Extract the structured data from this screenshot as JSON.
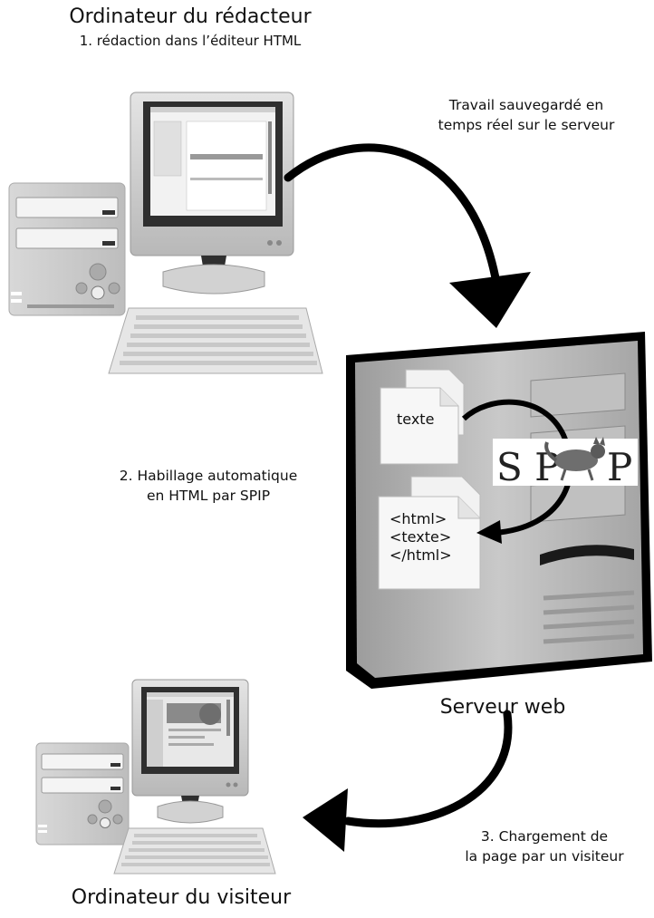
{
  "labels": {
    "title_top": "Ordinateur du rédacteur",
    "subtitle_top": "1. rédaction dans l’éditeur HTML",
    "step1_line1": "Travail sauvegardé en",
    "step1_line2": "temps réel sur le serveur",
    "step2_line1": "2. Habillage automatique",
    "step2_line2": "en HTML par SPIP",
    "server_label": "Serveur web",
    "step3_line1": "3. Chargement de",
    "step3_line2": "la page par un visiteur",
    "title_bottom": "Ordinateur du visiteur"
  },
  "documents": {
    "plain_doc": "texte",
    "html_doc_line1": "<html>",
    "html_doc_line2": "<texte>",
    "html_doc_line3": "</html>"
  },
  "logo": {
    "letters_left": "S P",
    "letters_right": "P",
    "mascot_icon": "cat-icon"
  },
  "colors": {
    "arrow": "#000000",
    "screen_bezel": "#333333",
    "device_gray": "#cfcfcf",
    "server_body": "#b5b5b5"
  }
}
